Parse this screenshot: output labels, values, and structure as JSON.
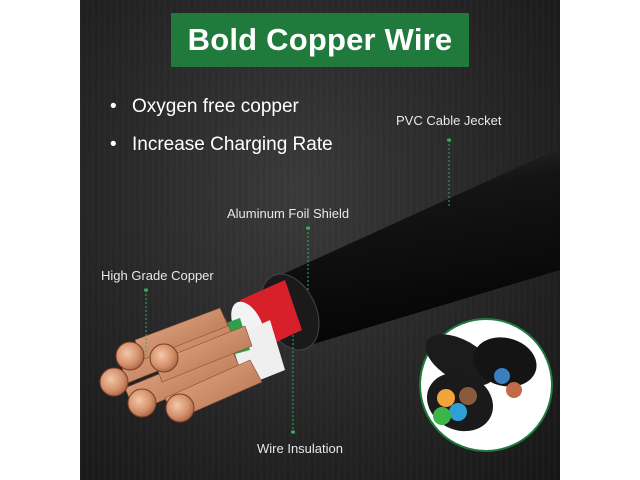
{
  "header": {
    "title": "Bold Copper Wire"
  },
  "features": [
    "Oxygen free copper",
    "Increase Charging Rate"
  ],
  "callouts": {
    "pvc_jacket": "PVC Cable Jecket",
    "foil_shield": "Aluminum Foil Shield",
    "copper": "High Grade Copper",
    "insulation": "Wire Insulation"
  },
  "colors": {
    "title_background": "#1f7a3c",
    "panel_background": "#262626",
    "pointer_line": "#2fae5a"
  }
}
